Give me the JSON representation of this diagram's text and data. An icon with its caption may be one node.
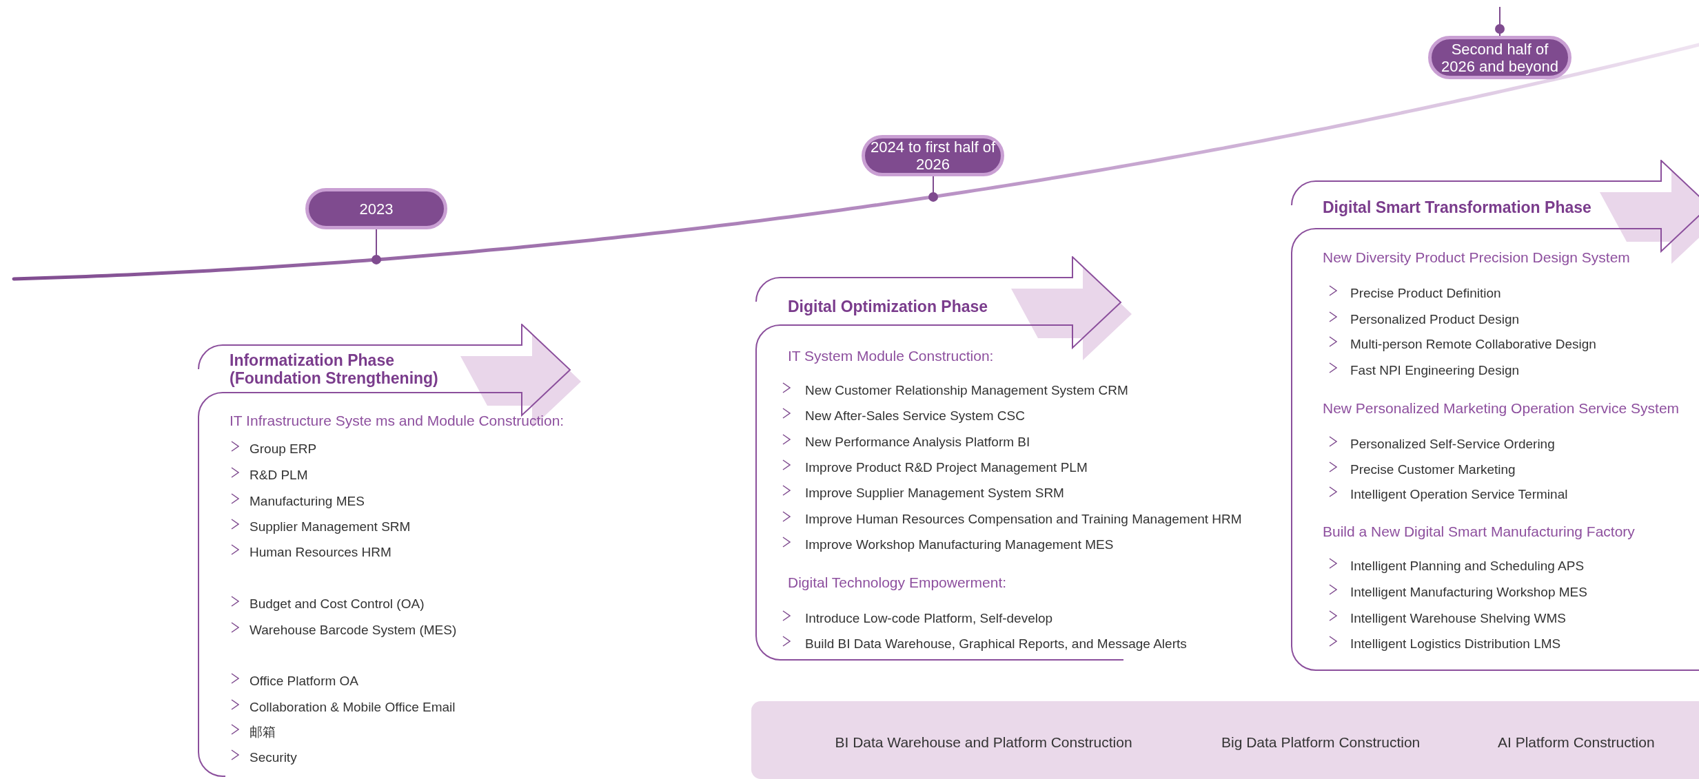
{
  "diagram": {
    "nodes": [
      {
        "text": [
          "2023"
        ]
      },
      {
        "text": [
          "Informatization Phase (Foundation Strengthening)",
          "IT Infrastructure Syste ms and Module Construction:",
          "Group ERP",
          "R&D PLM",
          "Manufacturing MES",
          "Supplier Management SRM",
          "Human Resources HRM",
          "Budget and Cost Control (OA)",
          "Warehouse Barcode System (MES)",
          "Office Platform OA",
          "Collaboration & Mobile Office Email",
          "邮箱",
          "Security"
        ]
      },
      {
        "text": [
          "2024 to first half of 2026"
        ]
      },
      {
        "text": [
          "Digital Optimization Phase",
          "IT System Module Construction:",
          "New Customer Relationship Management System CRM",
          "New After-Sales Service System CSC",
          "New Performance Analysis Platform BI",
          "Improve Product R&D Project Management PLM",
          "Improve Supplier Management System SRM",
          "Improve Human Resources Compensation and Training Management HRM",
          "Improve Workshop Manufacturing Management MES",
          "Digital Technology Empowerment:",
          "Introduce Low-code Platform, Self-develop",
          "Build BI Data Warehouse, Graphical Reports, and Message Alerts"
        ]
      },
      {
        "text": [
          "Second half of 2026 and beyond"
        ]
      },
      {
        "text": [
          "Digital Smart Transformation Phase",
          "New Diversity Product Precision Design System",
          "Precise Product Definition",
          "Personalized Product Design",
          "Multi-person Remote Collaborative Design",
          "Fast NPI Engineering Design",
          "New Personalized Marketing Operation Service System",
          "Personalized Self-Service Ordering",
          "Precise Customer Marketing",
          "Intelligent Operation Service Terminal",
          "Build a New Digital Smart Manufacturing Factory",
          "Intelligent Planning and Scheduling APS",
          "Intelligent Manufacturing Workshop MES",
          "Intelligent Warehouse Shelving WMS",
          "Intelligent Logistics Distribution LMS"
        ]
      },
      {
        "text": [
          "BI Data Warehouse and Platform Construction",
          "Big Data Platform Construction",
          "AI Platform Construction"
        ]
      }
    ],
    "edges": [
      {
        "from": 0,
        "to": null,
        "arrow": "other"
      },
      {
        "from": 2,
        "to": null,
        "arrow": "other"
      },
      {
        "from": 4,
        "to": null,
        "arrow": "other"
      }
    ]
  }
}
